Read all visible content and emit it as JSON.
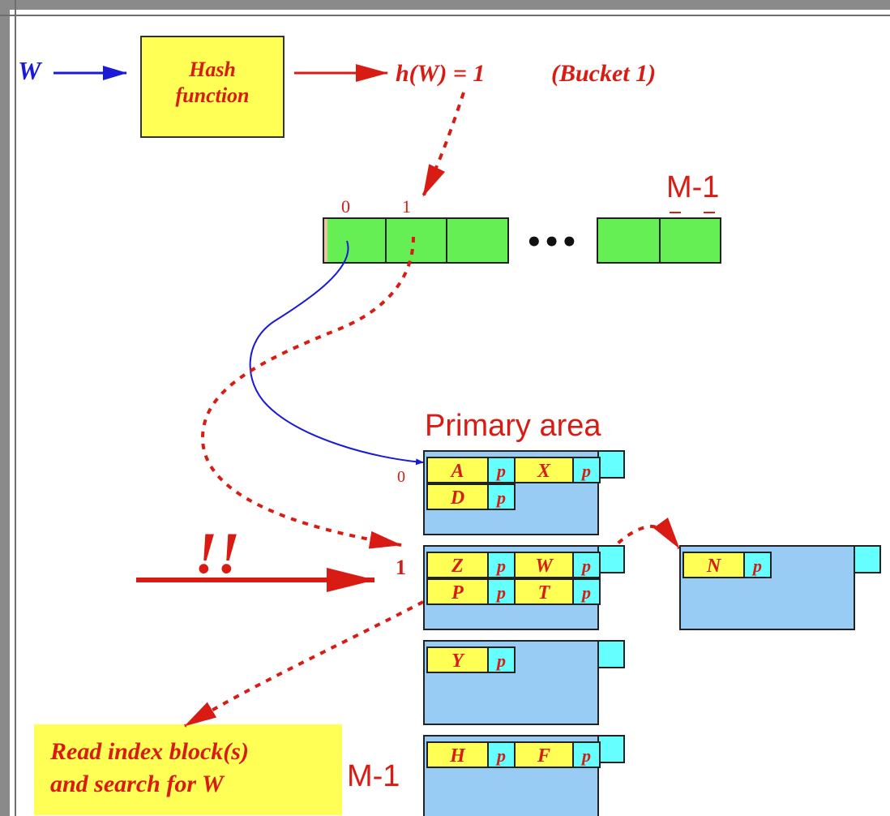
{
  "input_key": "W",
  "hash_function": {
    "line1": "Hash",
    "line2": "function"
  },
  "hash_result": "h(W) = 1",
  "bucket_note": "(Bucket 1)",
  "directory": {
    "index_0": "0",
    "index_1": "1",
    "ellipsis": "•••",
    "last_label": "M-1"
  },
  "primary_area_label": "Primary area",
  "warning_mark": "!!",
  "blocks": [
    {
      "index": "0",
      "records": [
        [
          "A",
          "p",
          "X",
          "p"
        ],
        [
          "D",
          "p"
        ]
      ]
    },
    {
      "index": "1",
      "records": [
        [
          "Z",
          "p",
          "W",
          "p"
        ],
        [
          "P",
          "p",
          "T",
          "p"
        ]
      ]
    },
    {
      "index": "",
      "records": [
        [
          "Y",
          "p"
        ]
      ]
    },
    {
      "index": "M-1",
      "records": [
        [
          "H",
          "p",
          "F",
          "p"
        ]
      ]
    }
  ],
  "overflow_block": {
    "records": [
      [
        "N",
        "p"
      ]
    ]
  },
  "read_note": {
    "line1": "Read index block(s)",
    "line2": "and search for W"
  },
  "colors": {
    "red": "#d81c14",
    "blue": "#1a1ad8",
    "green": "#66ee55",
    "yellow": "#ffff55",
    "lightblue": "#99ccf5",
    "cyan": "#66ffff"
  }
}
